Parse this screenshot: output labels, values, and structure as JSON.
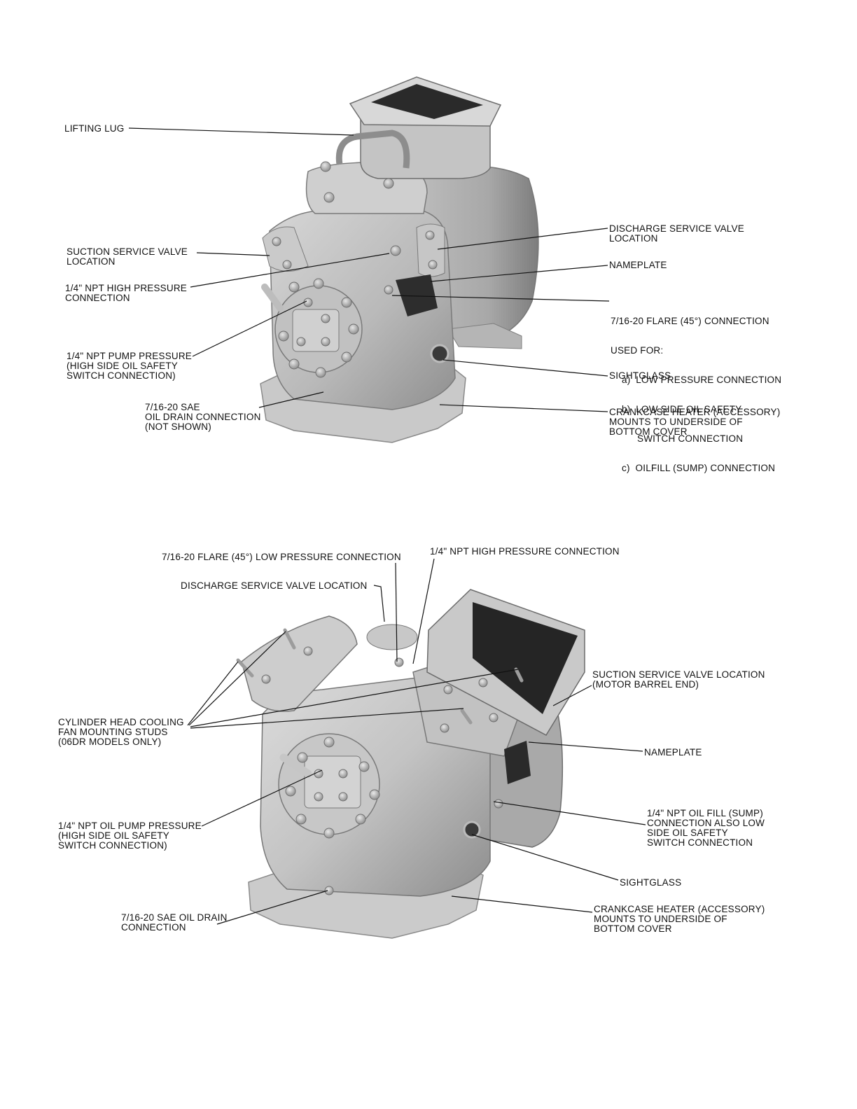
{
  "figure1": {
    "labels": {
      "lifting_lug": "LIFTING LUG",
      "suction_valve_1": "SUCTION SERVICE VALVE",
      "suction_valve_2": "LOCATION",
      "high_pressure_1": "1/4\" NPT HIGH PRESSURE",
      "high_pressure_2": "CONNECTION",
      "pump_pressure_1": "1/4\" NPT PUMP PRESSURE",
      "pump_pressure_2": "(HIGH SIDE OIL SAFETY",
      "pump_pressure_3": "SWITCH CONNECTION)",
      "oil_drain_1": "7/16-20 SAE",
      "oil_drain_2": "OIL DRAIN CONNECTION",
      "oil_drain_3": "(NOT SHOWN)",
      "discharge_valve_1": "DISCHARGE SERVICE VALVE",
      "discharge_valve_2": "LOCATION",
      "nameplate": "NAMEPLATE",
      "flare_1": "7/16-20 FLARE (45°) CONNECTION",
      "flare_2": "USED FOR:",
      "flare_3": "a)  LOW PRESSURE CONNECTION",
      "flare_4": "b)  LOW SIDE OIL SAFETY",
      "flare_5": "SWITCH CONNECTION",
      "flare_6": "c)  OILFILL (SUMP) CONNECTION",
      "sightglass": "SIGHTGLASS",
      "heater_1": "CRANKCASE HEATER (ACCESSORY)",
      "heater_2": "MOUNTS TO UNDERSIDE OF",
      "heater_3": "BOTTOM COVER"
    }
  },
  "figure2": {
    "labels": {
      "flare_low": "7/16-20 FLARE (45°) LOW PRESSURE CONNECTION",
      "high_pressure": "1/4\" NPT HIGH PRESSURE CONNECTION",
      "discharge_valve": "DISCHARGE SERVICE VALVE LOCATION",
      "cooling_studs_1": "CYLINDER HEAD COOLING",
      "cooling_studs_2": "FAN MOUNTING STUDS",
      "cooling_studs_3": "(06DR MODELS ONLY)",
      "oil_pump_1": "1/4\" NPT OIL PUMP PRESSURE",
      "oil_pump_2": "(HIGH SIDE OIL SAFETY",
      "oil_pump_3": "SWITCH CONNECTION)",
      "oil_drain_1": "7/16-20 SAE OIL DRAIN",
      "oil_drain_2": "CONNECTION",
      "suction_valve_1": "SUCTION SERVICE VALVE LOCATION",
      "suction_valve_2": "(MOTOR BARREL END)",
      "nameplate": "NAMEPLATE",
      "oil_fill_1": "1/4\" NPT OIL FILL (SUMP)",
      "oil_fill_2": "CONNECTION ALSO LOW",
      "oil_fill_3": "SIDE OIL SAFETY",
      "oil_fill_4": "SWITCH CONNECTION",
      "sightglass": "SIGHTGLASS",
      "heater_1": "CRANKCASE HEATER (ACCESSORY)",
      "heater_2": "MOUNTS TO UNDERSIDE OF",
      "heater_3": "BOTTOM COVER"
    }
  }
}
